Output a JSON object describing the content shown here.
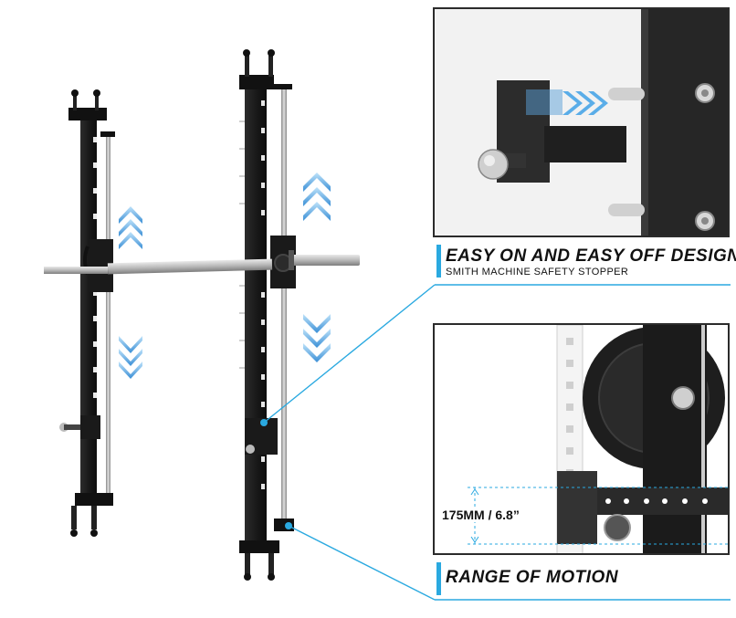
{
  "callouts": {
    "top": {
      "title": "EASY ON AND EASY OFF DESIGN",
      "subtitle": "SMITH MACHINE SAFETY STOPPER"
    },
    "bottom": {
      "title": "RANGE OF MOTION",
      "dimension": "175MM / 6.8”"
    }
  },
  "colors": {
    "accent": "#2aa9e0",
    "frame": "#1c1c1c",
    "arrow": "#5ab4e8"
  }
}
